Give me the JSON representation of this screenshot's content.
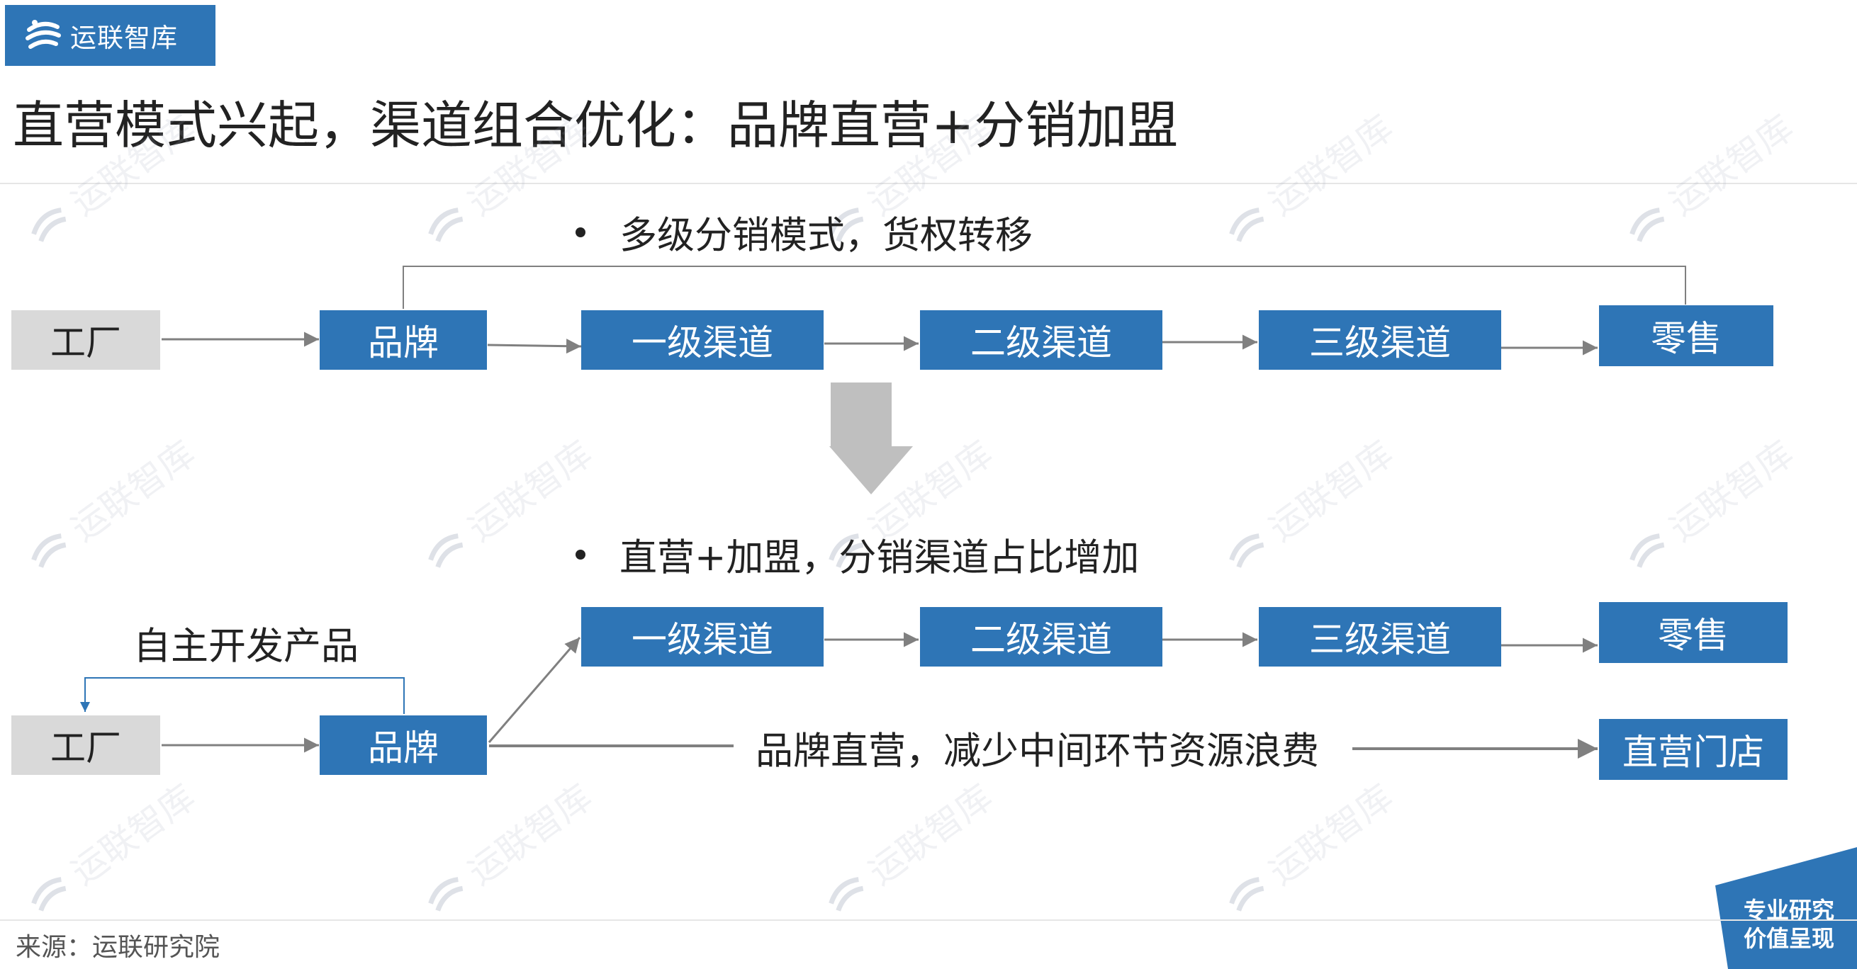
{
  "logo": {
    "text": "运联智库"
  },
  "title": "直营模式兴起，渠道组合优化：品牌直营+分销加盟",
  "top": {
    "bullet": "多级分销模式，货权转移",
    "factory": "工厂",
    "brand": "品牌",
    "channel1": "一级渠道",
    "channel2": "二级渠道",
    "channel3": "三级渠道",
    "retail": "零售"
  },
  "bottom": {
    "bullet": "直营+加盟，分销渠道占比增加",
    "self_dev": "自主开发产品",
    "factory": "工厂",
    "brand": "品牌",
    "channel1": "一级渠道",
    "channel2": "二级渠道",
    "channel3": "三级渠道",
    "retail": "零售",
    "direct_note": "品牌直营，减少中间环节资源浪费",
    "direct_store": "直营门店"
  },
  "source": "来源：运联研究院",
  "badge": {
    "line1": "专业研究",
    "line2": "价值呈现"
  },
  "watermark": "运联智库",
  "colors": {
    "accent": "#2e75b6",
    "gray_box": "#d9d9d9",
    "arrow": "#808080",
    "big_arrow": "#bfbfbf"
  }
}
